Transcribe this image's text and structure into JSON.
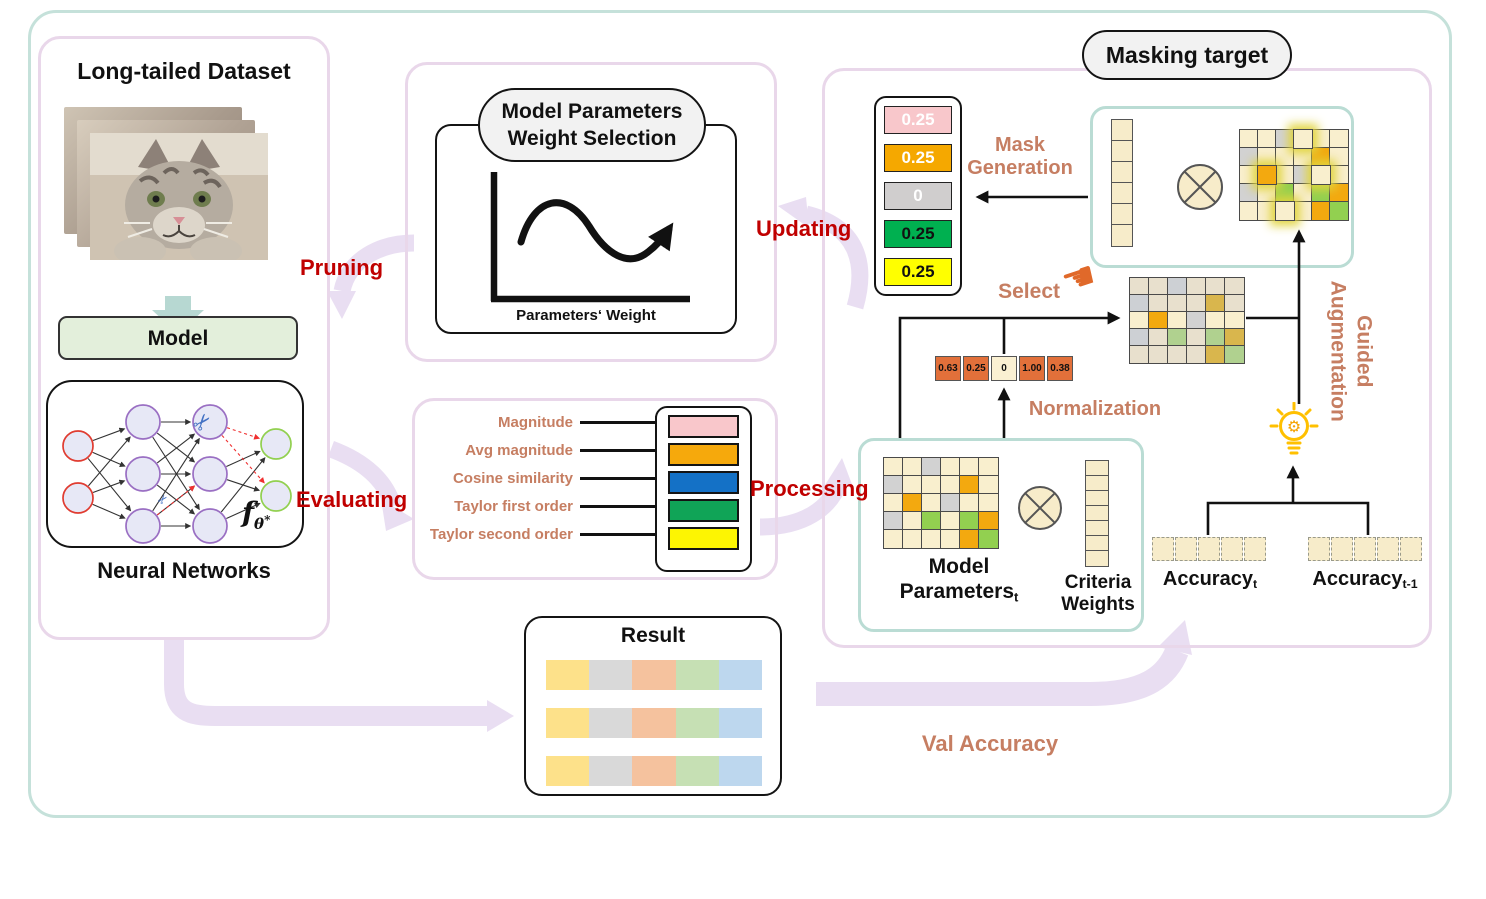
{
  "colors": {
    "accent_red": "#c00000",
    "salmon": "#c67e62",
    "panel_border": "#e9d7ea",
    "outer_border": "#c5e1da",
    "teal_box_border": "#badcd4",
    "purple_arrow": "#e9def2",
    "teal_arrow": "#b7d8d2",
    "cell": {
      "c": "#f9efce",
      "g": "#d2d2d2",
      "o": "#f3a90f",
      "n": "#92d050",
      "b": "#e8e0cd",
      "G": "#cdd0d4",
      "y": "#d9b64d",
      "m": "#b0d18f"
    }
  },
  "icons": {
    "scissors": "✂",
    "hand": "☚",
    "gear": "⚙"
  },
  "left_panel": {
    "title": "Long-tailed Dataset",
    "model_label": "Model",
    "nn_title": "Neural Networks",
    "fn_f": "f",
    "fn_sub": "θ",
    "fn_sup": "*"
  },
  "weight_panel": {
    "pill_line1": "Model Parameters",
    "pill_line2": "Weight Selection",
    "axis_label": "Parameters‘ Weight"
  },
  "criteria_panel": {
    "items": [
      {
        "label": "Magnitude",
        "color": "#f9c7cb"
      },
      {
        "label": "Avg magnitude",
        "color": "#f6a90c"
      },
      {
        "label": "Cosine similarity",
        "color": "#1471c6"
      },
      {
        "label": "Taylor first order",
        "color": "#10a457"
      },
      {
        "label": "Taylor second order",
        "color": "#fdf502"
      }
    ]
  },
  "flow_labels": {
    "pruning": "Pruning",
    "evaluating": "Evaluating",
    "processing": "Processing",
    "updating": "Updating",
    "val_accuracy": "Val Accuracy"
  },
  "masking_panel": {
    "title": "Masking target",
    "mask_generation_line1": "Mask",
    "mask_generation_line2": "Generation",
    "select_label": "Select",
    "normalization_label": "Normalization",
    "guided_line1": "Guided",
    "guided_line2": "Augmentation",
    "mask_values": [
      {
        "value": "0.25",
        "bg": "#f8c7cb",
        "fg": "#ffffff"
      },
      {
        "value": "0.25",
        "bg": "#f5a800",
        "fg": "#ffffff"
      },
      {
        "value": "0",
        "bg": "#d0cece",
        "fg": "#ffffff"
      },
      {
        "value": "0.25",
        "bg": "#00b050",
        "fg": "#111111"
      },
      {
        "value": "0.25",
        "bg": "#ffff00",
        "fg": "#111111"
      }
    ],
    "normalization_values": [
      {
        "value": "0.63",
        "bg": "#e2703a"
      },
      {
        "value": "0.25",
        "bg": "#e2703a"
      },
      {
        "value": "0",
        "bg": "#faf0d2"
      },
      {
        "value": "1.00",
        "bg": "#e2703a"
      },
      {
        "value": "0.38",
        "bg": "#e2703a"
      }
    ],
    "matrix_masked": {
      "rows": [
        [
          "c",
          "c",
          "g",
          "c",
          "c",
          "c"
        ],
        [
          "g",
          "c",
          "c",
          "c",
          "o",
          "c"
        ],
        [
          "c",
          "o",
          "c",
          "g",
          "c",
          "c"
        ],
        [
          "g",
          "c",
          "n",
          "c",
          "n",
          "o"
        ],
        [
          "c",
          "c",
          "c",
          "c",
          "o",
          "n"
        ]
      ],
      "glow": [
        [
          0,
          3
        ],
        [
          2,
          1
        ],
        [
          2,
          4
        ],
        [
          4,
          2
        ]
      ]
    },
    "matrix_select": {
      "rows": [
        [
          "b",
          "b",
          "G",
          "b",
          "b",
          "b"
        ],
        [
          "G",
          "b",
          "b",
          "b",
          "y",
          "b"
        ],
        [
          "c",
          "o",
          "c",
          "g",
          "c",
          "c"
        ],
        [
          "G",
          "b",
          "m",
          "b",
          "m",
          "y"
        ],
        [
          "b",
          "b",
          "b",
          "b",
          "y",
          "m"
        ]
      ]
    },
    "matrix_params": {
      "rows": [
        [
          "c",
          "c",
          "g",
          "c",
          "c",
          "c"
        ],
        [
          "g",
          "c",
          "c",
          "c",
          "o",
          "c"
        ],
        [
          "c",
          "o",
          "c",
          "g",
          "c",
          "c"
        ],
        [
          "g",
          "c",
          "n",
          "c",
          "n",
          "o"
        ],
        [
          "c",
          "c",
          "c",
          "c",
          "o",
          "n"
        ]
      ]
    },
    "mask_vector_cells": 6,
    "criteria_vector_cells": 7,
    "accuracy_cells": 5,
    "model_params_line1": "Model",
    "model_params_line2": "Parameters",
    "model_params_sub": "t",
    "criteria_weights_line1": "Criteria",
    "criteria_weights_line2": "Weights",
    "accuracy_t_label": "Accuracy",
    "accuracy_t_sub": "t",
    "accuracy_t1_label": "Accuracy",
    "accuracy_t1_sub": "t-1"
  },
  "result_panel": {
    "title": "Result",
    "rows": 3,
    "row_colors": [
      "#fde18a",
      "#d9d9d9",
      "#f5c29e",
      "#c6e0b4",
      "#bdd7ee"
    ]
  }
}
